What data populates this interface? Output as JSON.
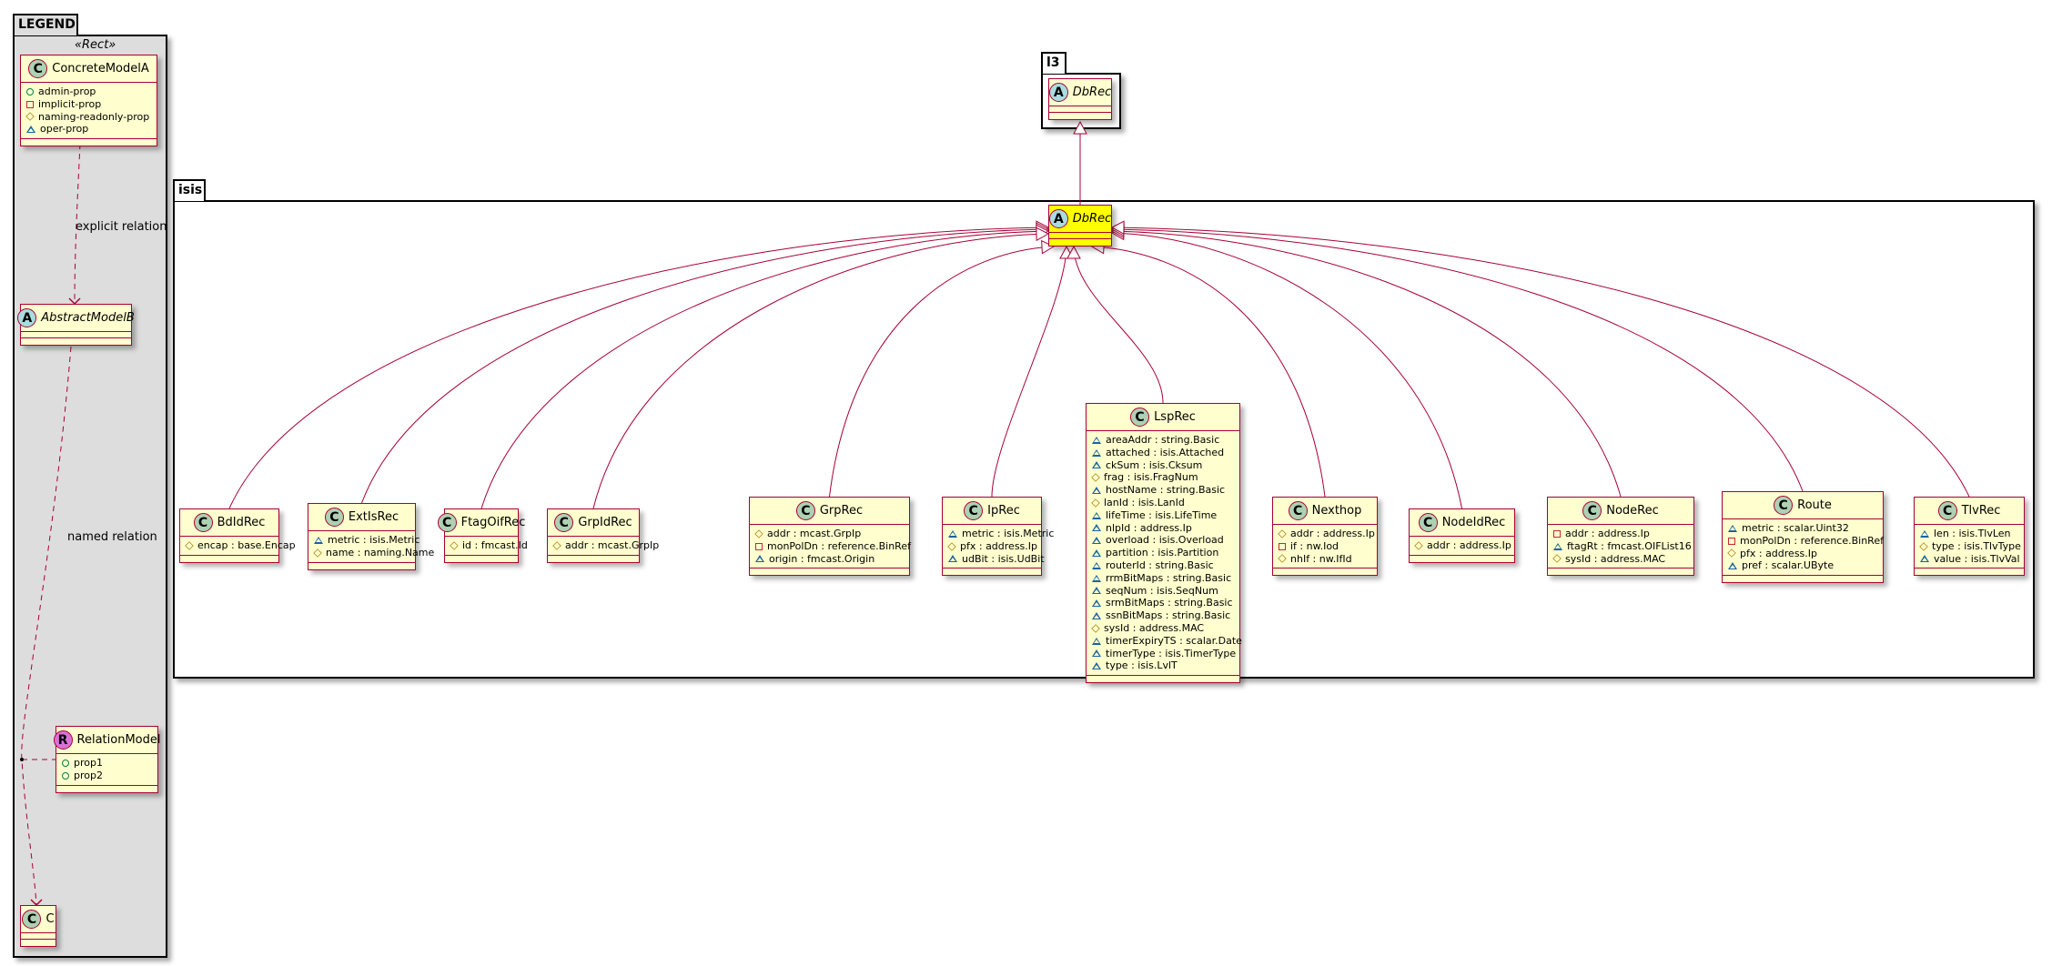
{
  "legend": {
    "package_name": "LEGEND",
    "stereotype": "«Rect»",
    "explicit_relation_label": "explicit relation",
    "named_relation_label": "named relation",
    "classes": [
      {
        "id": "concrete",
        "name": "ConcreteModelA",
        "kind": "C",
        "members": [
          {
            "vis": "public",
            "text": "admin-prop"
          },
          {
            "vis": "private",
            "text": "implicit-prop"
          },
          {
            "vis": "protected",
            "text": "naming-readonly-prop"
          },
          {
            "vis": "package",
            "text": "oper-prop"
          }
        ]
      },
      {
        "id": "abstract",
        "name": "AbstractModelB",
        "kind": "A",
        "members": []
      },
      {
        "id": "relation",
        "name": "RelationModel",
        "kind": "R",
        "members": [
          {
            "vis": "public",
            "text": "prop1"
          },
          {
            "vis": "public",
            "text": "prop2"
          }
        ]
      },
      {
        "id": "c",
        "name": "C",
        "kind": "C",
        "members": []
      }
    ]
  },
  "l3": {
    "package_name": "l3",
    "base_class": {
      "name": "DbRec",
      "kind": "A"
    }
  },
  "isis": {
    "package_name": "isis",
    "base_class": {
      "name": "DbRec",
      "kind": "A"
    },
    "classes": [
      {
        "name": "BdIdRec",
        "kind": "C",
        "members": [
          {
            "vis": "protected",
            "text": "encap : base.Encap"
          }
        ]
      },
      {
        "name": "ExtIsRec",
        "kind": "C",
        "members": [
          {
            "vis": "package",
            "text": "metric : isis.Metric"
          },
          {
            "vis": "protected",
            "text": "name : naming.Name"
          }
        ]
      },
      {
        "name": "FtagOifRec",
        "kind": "C",
        "members": [
          {
            "vis": "protected",
            "text": "id : fmcast.Id"
          }
        ]
      },
      {
        "name": "GrpIdRec",
        "kind": "C",
        "members": [
          {
            "vis": "protected",
            "text": "addr : mcast.GrpIp"
          }
        ]
      },
      {
        "name": "GrpRec",
        "kind": "C",
        "members": [
          {
            "vis": "protected",
            "text": "addr : mcast.GrpIp"
          },
          {
            "vis": "private",
            "text": "monPolDn : reference.BinRef"
          },
          {
            "vis": "package",
            "text": "origin : fmcast.Origin"
          }
        ]
      },
      {
        "name": "IpRec",
        "kind": "C",
        "members": [
          {
            "vis": "package",
            "text": "metric : isis.Metric"
          },
          {
            "vis": "protected",
            "text": "pfx : address.Ip"
          },
          {
            "vis": "package",
            "text": "udBit : isis.UdBit"
          }
        ]
      },
      {
        "name": "LspRec",
        "kind": "C",
        "members": [
          {
            "vis": "package",
            "text": "areaAddr : string.Basic"
          },
          {
            "vis": "package",
            "text": "attached : isis.Attached"
          },
          {
            "vis": "package",
            "text": "ckSum : isis.Cksum"
          },
          {
            "vis": "protected",
            "text": "frag : isis.FragNum"
          },
          {
            "vis": "package",
            "text": "hostName : string.Basic"
          },
          {
            "vis": "protected",
            "text": "lanId : isis.LanId"
          },
          {
            "vis": "package",
            "text": "lifeTime : isis.LifeTime"
          },
          {
            "vis": "package",
            "text": "nlpId : address.Ip"
          },
          {
            "vis": "package",
            "text": "overload : isis.Overload"
          },
          {
            "vis": "package",
            "text": "partition : isis.Partition"
          },
          {
            "vis": "package",
            "text": "routerId : string.Basic"
          },
          {
            "vis": "package",
            "text": "rrmBitMaps : string.Basic"
          },
          {
            "vis": "package",
            "text": "seqNum : isis.SeqNum"
          },
          {
            "vis": "package",
            "text": "srmBitMaps : string.Basic"
          },
          {
            "vis": "package",
            "text": "ssnBitMaps : string.Basic"
          },
          {
            "vis": "protected",
            "text": "sysId : address.MAC"
          },
          {
            "vis": "package",
            "text": "timerExpiryTS : scalar.Date"
          },
          {
            "vis": "package",
            "text": "timerType : isis.TimerType"
          },
          {
            "vis": "package",
            "text": "type : isis.LvlT"
          }
        ]
      },
      {
        "name": "Nexthop",
        "kind": "C",
        "members": [
          {
            "vis": "protected",
            "text": "addr : address.Ip"
          },
          {
            "vis": "private",
            "text": "if : nw.Iod"
          },
          {
            "vis": "protected",
            "text": "nhIf : nw.IfId"
          }
        ]
      },
      {
        "name": "NodeIdRec",
        "kind": "C",
        "members": [
          {
            "vis": "protected",
            "text": "addr : address.Ip"
          }
        ]
      },
      {
        "name": "NodeRec",
        "kind": "C",
        "members": [
          {
            "vis": "private",
            "text": "addr : address.Ip"
          },
          {
            "vis": "package",
            "text": "ftagRt : fmcast.OIFList16"
          },
          {
            "vis": "protected",
            "text": "sysId : address.MAC"
          }
        ]
      },
      {
        "name": "Route",
        "kind": "C",
        "members": [
          {
            "vis": "package",
            "text": "metric : scalar.Uint32"
          },
          {
            "vis": "private",
            "text": "monPolDn : reference.BinRef"
          },
          {
            "vis": "protected",
            "text": "pfx : address.Ip"
          },
          {
            "vis": "package",
            "text": "pref : scalar.UByte"
          }
        ]
      },
      {
        "name": "TlvRec",
        "kind": "C",
        "members": [
          {
            "vis": "package",
            "text": "len : isis.TlvLen"
          },
          {
            "vis": "protected",
            "text": "type : isis.TlvType"
          },
          {
            "vis": "package",
            "text": "value : isis.TlvVal"
          }
        ]
      }
    ]
  },
  "colors": {
    "border": "#A80036",
    "class_bg": "#FEFECE",
    "highlight": "#FFFF00",
    "legend_bg": "#DDDDDD",
    "kind_C": "#ADD1B2",
    "kind_A": "#A9DCDF",
    "kind_R": "#DA70D6"
  }
}
